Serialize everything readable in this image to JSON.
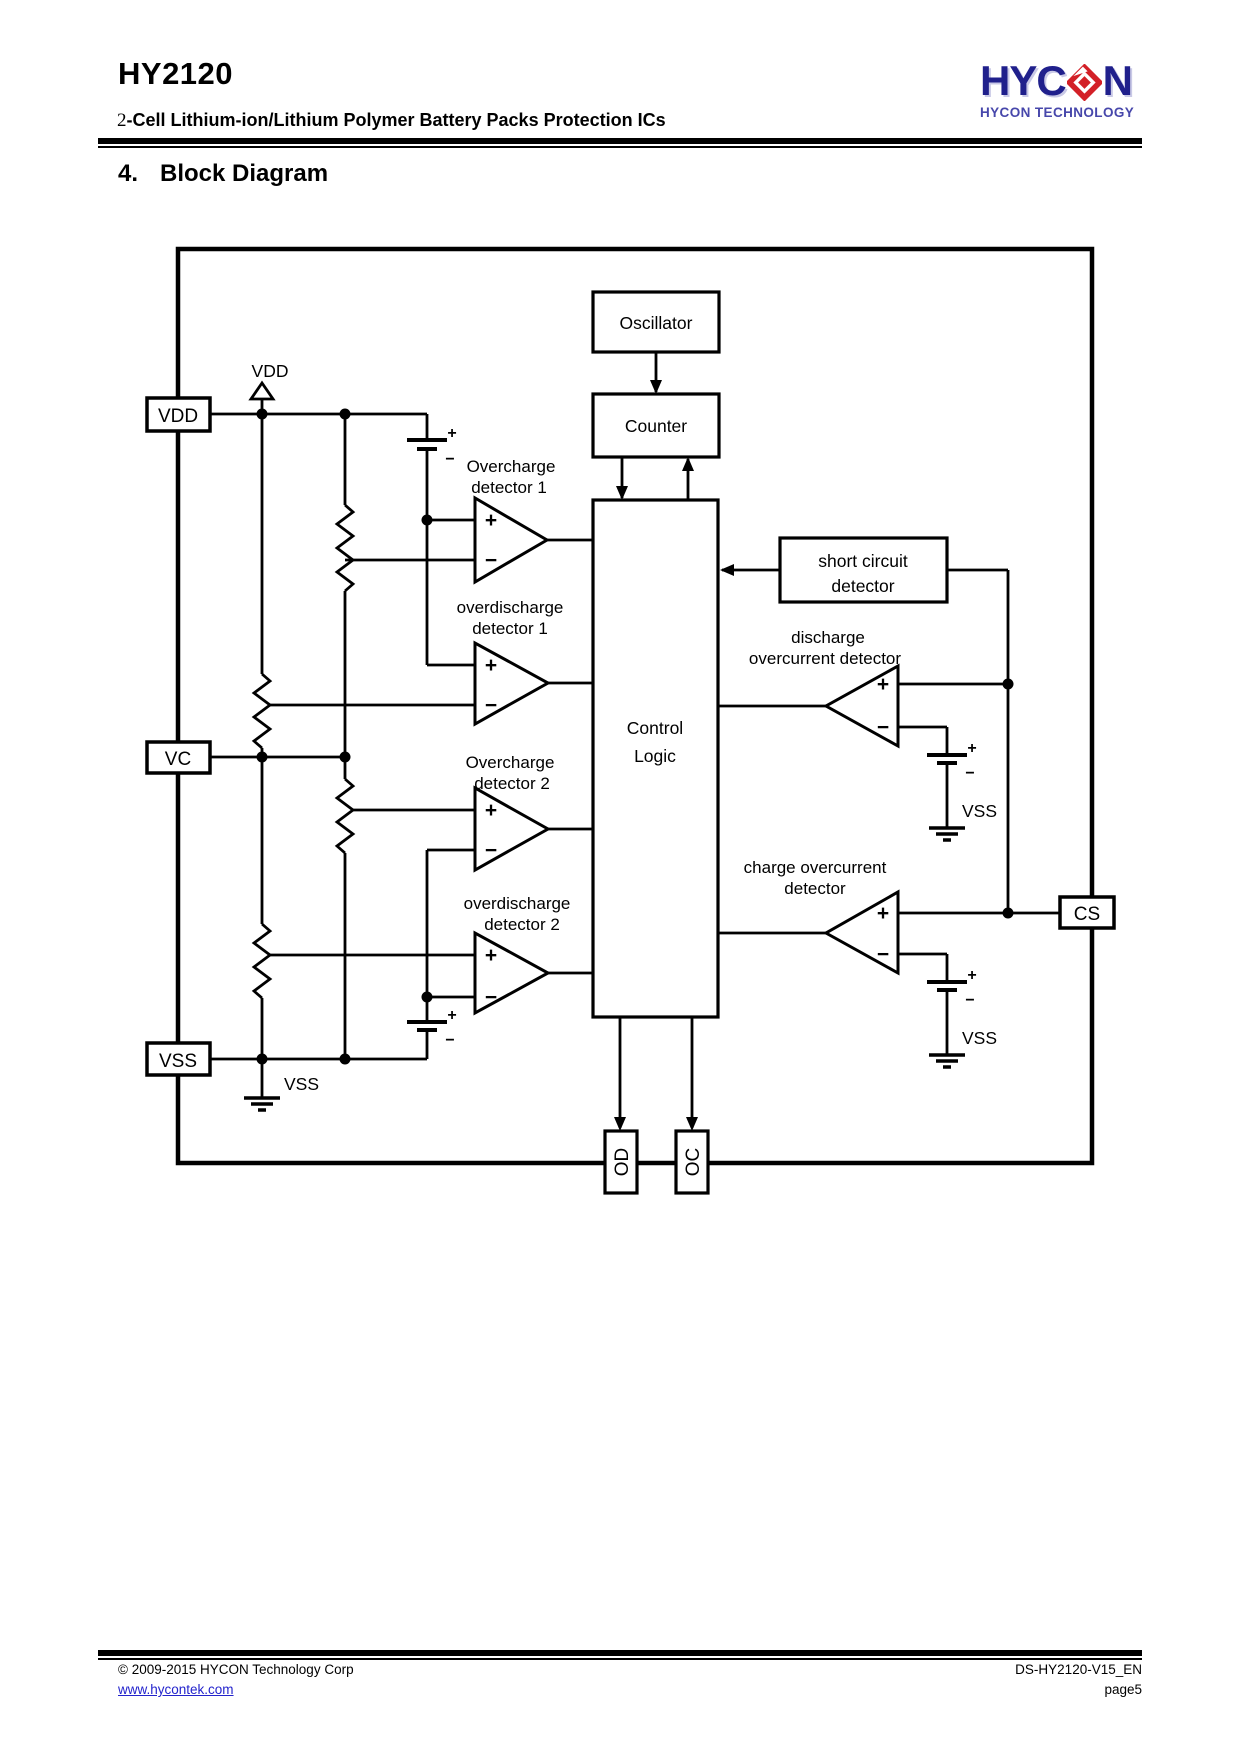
{
  "header": {
    "product": "HY2120",
    "subtitle_num": "2",
    "subtitle_rest": "-Cell Lithium-ion/Lithium Polymer Battery Packs Protection ICs",
    "logo": {
      "pre": "HYC",
      "post": "N",
      "tagline": "HYCON TECHNOLOGY"
    }
  },
  "section": {
    "number": "4.",
    "title": "Block Diagram"
  },
  "diagram": {
    "blocks": {
      "oscillator": "Oscillator",
      "counter": "Counter",
      "control1": "Control",
      "control2": "Logic",
      "scd1": "short circuit",
      "scd2": "detector"
    },
    "labels": {
      "oc1a": "Overcharge",
      "oc1b": "detector 1",
      "od1a": "overdischarge",
      "od1b": "detector 1",
      "oc2a": "Overcharge",
      "oc2b": "detector 2",
      "od2a": "overdischarge",
      "od2b": "detector 2",
      "doc1": "discharge",
      "doc2": "overcurrent detector",
      "coc1": "charge overcurrent",
      "coc2": "detector",
      "vdd_rail": "VDD",
      "vss_gnd": "VSS",
      "vss_b3": "VSS",
      "vss_b4": "VSS"
    },
    "pins": {
      "vdd": "VDD",
      "vc": "VC",
      "vss": "VSS",
      "cs": "CS",
      "od": "OD",
      "oc": "OC"
    },
    "symbols": {
      "plus": "+",
      "minus": "−"
    }
  },
  "footer": {
    "copyright": "© 2009-2015 HYCON Technology Corp",
    "link": "www.hycontek.com",
    "doc_id": "DS-HY2120-V15_EN",
    "page": "page5"
  },
  "colors": {
    "logo_navy": "#20208c",
    "logo_red": "#d32027",
    "tagline_blue": "#4747ab",
    "link_blue": "#2323cc"
  }
}
